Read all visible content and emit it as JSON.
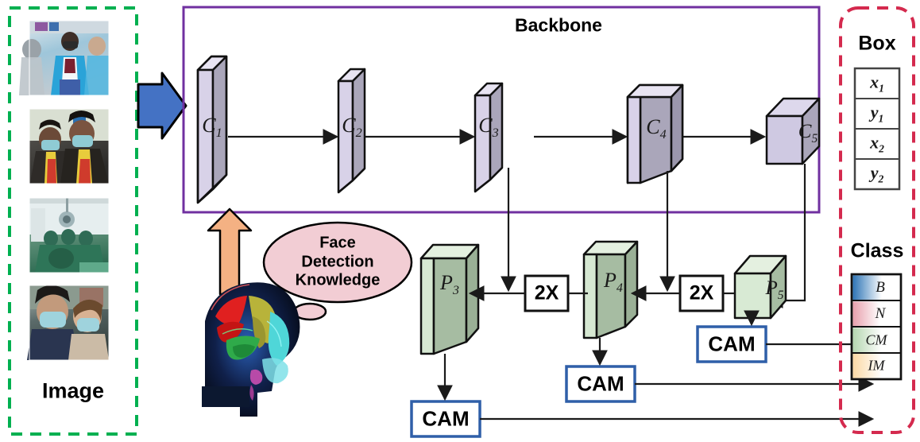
{
  "figure": {
    "type": "architecture-diagram",
    "title_backbone": "Backbone"
  },
  "image_panel": {
    "label": "Image",
    "border_color": "#00b050",
    "border_style": "dashed",
    "thumbnails": [
      {
        "name": "crowd-of-medical-workers-in-masks",
        "alt": "Crowd of people in blue scrubs and face masks walking in a corridor"
      },
      {
        "name": "two-men-wearing-surgical-masks",
        "alt": "Two men in black jackets wearing blue surgical masks"
      },
      {
        "name": "surgeons-in-operating-room",
        "alt": "Surgical team in green gowns and masks in an operating theatre"
      },
      {
        "name": "couple-wearing-masks-outdoors",
        "alt": "A young man and woman wearing surgical masks outdoors"
      }
    ]
  },
  "input_arrow": {
    "name": "input-arrow",
    "color": "#4472c4",
    "direction": "right"
  },
  "backbone": {
    "title": "Backbone",
    "border_color": "#7030a0",
    "stages": [
      {
        "id": "C1",
        "letter": "C",
        "sub": "1"
      },
      {
        "id": "C2",
        "letter": "C",
        "sub": "2"
      },
      {
        "id": "C3",
        "letter": "C",
        "sub": "3"
      },
      {
        "id": "C4",
        "letter": "C",
        "sub": "4"
      },
      {
        "id": "C5",
        "letter": "C",
        "sub": "5"
      }
    ],
    "face_color": "#aaa6ba",
    "side_color": "#d8d2e8",
    "top_color": "#e8e4f2"
  },
  "fpn": {
    "stages": [
      {
        "id": "P3",
        "letter": "P",
        "sub": "3"
      },
      {
        "id": "P4",
        "letter": "P",
        "sub": "4"
      },
      {
        "id": "P5",
        "letter": "P",
        "sub": "5"
      }
    ],
    "face_color": "#a6bca2",
    "side_color": "#d6e8d2",
    "top_color": "#e4f0e0",
    "upsample_label": "2X",
    "upsample_count": 2,
    "cam_label": "CAM",
    "cam_count": 3,
    "cam_border_color": "#2f5fa8"
  },
  "knowledge": {
    "bubble_text_lines": [
      "Face",
      "Detection",
      "Knowledge"
    ],
    "bubble_fill": "#f2cdd4",
    "bubble_stroke": "#000000",
    "arrow_color": "#f4b183",
    "brain_icon": "human-head-with-colored-brain"
  },
  "outputs": {
    "border_color": "#d42a4e",
    "border_style": "dashed",
    "box": {
      "title": "Box",
      "rows": [
        {
          "letter": "x",
          "sub": "1"
        },
        {
          "letter": "y",
          "sub": "1"
        },
        {
          "letter": "x",
          "sub": "2"
        },
        {
          "letter": "y",
          "sub": "2"
        }
      ]
    },
    "class": {
      "title": "Class",
      "rows": [
        {
          "label": "B",
          "color": "#2e75b6"
        },
        {
          "label": "N",
          "color": "#e8a0ad"
        },
        {
          "label": "CM",
          "color": "#b5d6b0"
        },
        {
          "label": "IM",
          "color": "#fbd9a5"
        }
      ]
    }
  }
}
